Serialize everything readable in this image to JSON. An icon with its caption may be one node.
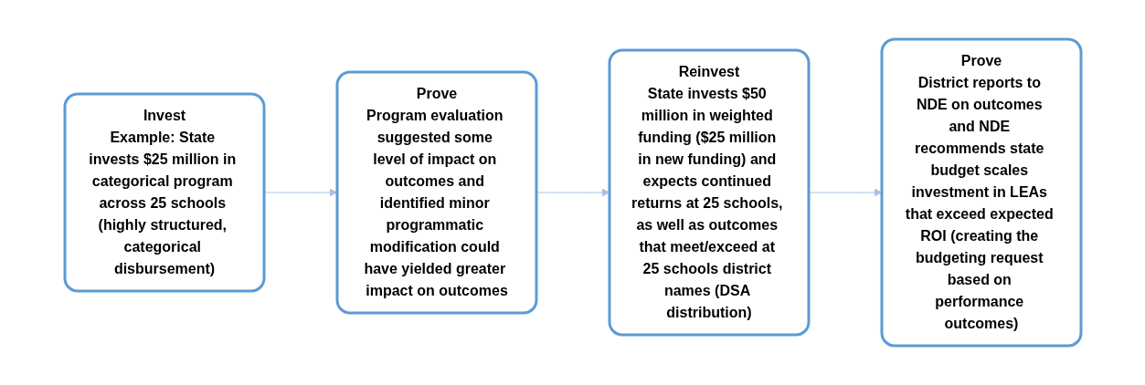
{
  "diagram": {
    "nodes": [
      {
        "text": [
          "Invest",
          "Example: State invests $25 million in categorical program across 25 schools (highly structured, categorical disbursement)"
        ]
      },
      {
        "text": [
          "Prove",
          "Program evaluation suggested some level of impact on outcomes and identified minor programmatic modification could have yielded greater impact on outcomes"
        ]
      },
      {
        "text": [
          "Reinvest",
          "State invests $50 million in weighted funding ($25 million in new funding) and expects continued returns at 25 schools, as well as outcomes that meet/exceed at 25 schools district names (DSA distribution)"
        ]
      },
      {
        "text": [
          "Prove",
          "District reports to NDE on outcomes and NDE recommends state budget scales investment in LEAs that exceed expected ROI (creating the budgeting request based on performance outcomes)"
        ]
      }
    ],
    "edges": [
      {
        "from": 0,
        "to": 1,
        "arrow": "to"
      },
      {
        "from": 1,
        "to": 2,
        "arrow": "to"
      },
      {
        "from": 2,
        "to": 3,
        "arrow": "to"
      }
    ]
  }
}
